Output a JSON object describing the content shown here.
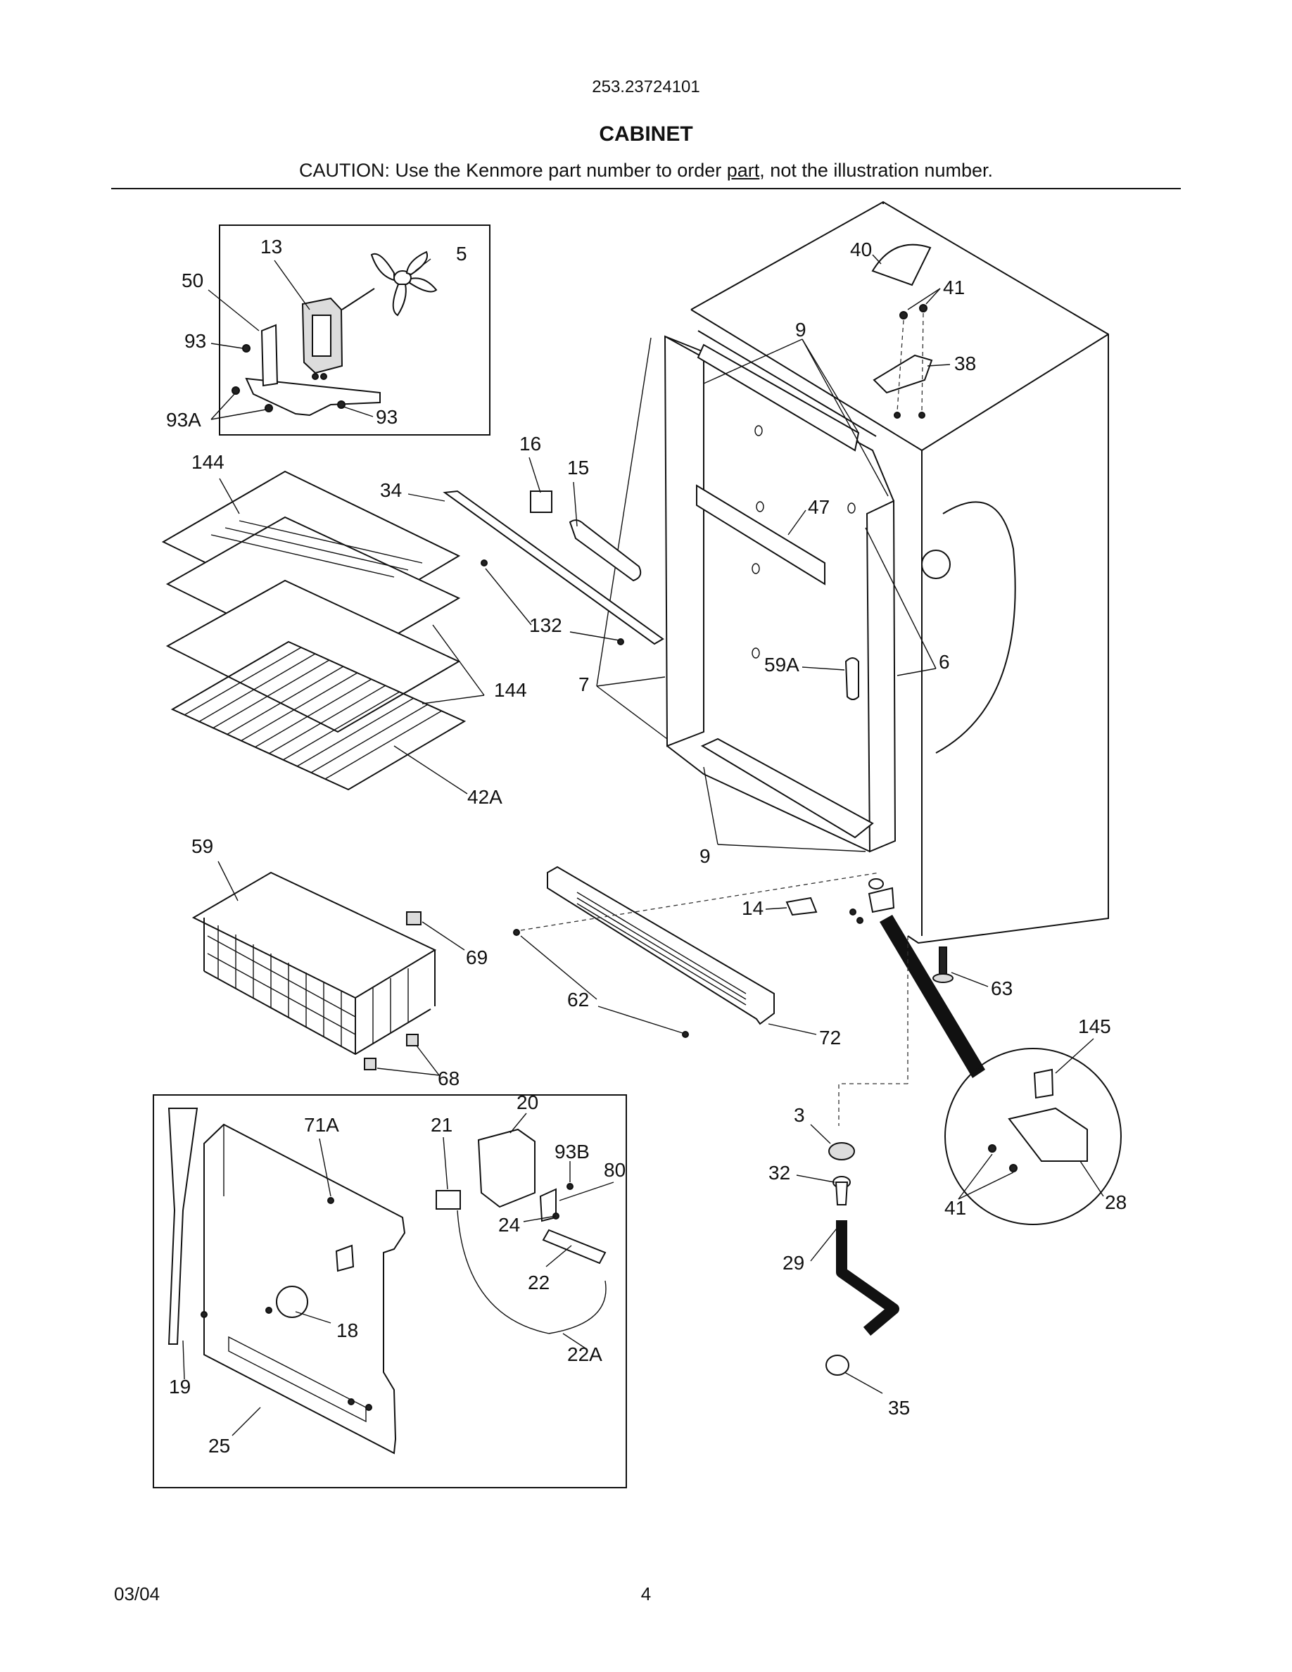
{
  "header": {
    "model_number": "253.23724101",
    "section_title": "CABINET",
    "caution_prefix": "CAUTION: Use the Kenmore part number to order ",
    "caution_underlined": "part",
    "caution_suffix": ", not the illustration number."
  },
  "footer": {
    "date": "03/04",
    "page_number": "4"
  },
  "part_labels": {
    "l13": "13",
    "l5": "5",
    "l50": "50",
    "l93a": "93",
    "l93A": "93A",
    "l93b": "93",
    "l40": "40",
    "l41a": "41",
    "l9a": "9",
    "l38": "38",
    "l144a": "144",
    "l16": "16",
    "l15": "15",
    "l34": "34",
    "l47": "47",
    "l132": "132",
    "l59A": "59A",
    "l6": "6",
    "l7": "7",
    "l144b": "144",
    "l42A": "42A",
    "l59": "59",
    "l9b": "9",
    "l14": "14",
    "l69": "69",
    "l63": "63",
    "l62": "62",
    "l72": "72",
    "l145": "145",
    "l68": "68",
    "l20": "20",
    "l71A": "71A",
    "l21": "21",
    "l93B": "93B",
    "l80": "80",
    "l3": "3",
    "l32": "32",
    "l24": "24",
    "l41b": "41",
    "l28": "28",
    "l22": "22",
    "l29": "29",
    "l18": "18",
    "l22A": "22A",
    "l19": "19",
    "l35": "35",
    "l25": "25"
  }
}
